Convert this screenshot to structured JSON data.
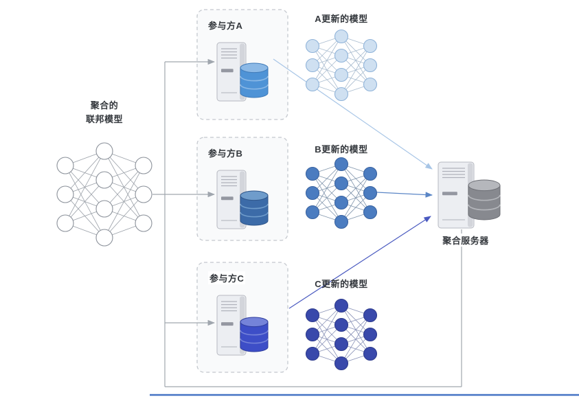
{
  "left_model": {
    "label_line1": "聚合的",
    "label_line2": "联邦模型",
    "net": {
      "node_fill": "#ffffff",
      "node_stroke": "#8a9099",
      "edge_color": "#9aa0a8"
    }
  },
  "participants": [
    {
      "id": "A",
      "box_label": "参与方A",
      "model_label": "A更新的模型",
      "net": {
        "node_fill": "#cfe0f1",
        "node_stroke": "#8fb3d9",
        "edge_color": "#a9bccf"
      },
      "db": {
        "base": "#4f93d6",
        "light": "#8cb9e6",
        "stroke": "#3f7ab8"
      },
      "arrow_color": "#a7c5e6"
    },
    {
      "id": "B",
      "box_label": "参与方B",
      "model_label": "B更新的模型",
      "net": {
        "node_fill": "#4b7cc0",
        "node_stroke": "#3a63a0",
        "edge_color": "#8296ad"
      },
      "db": {
        "base": "#3c6ba8",
        "light": "#6f9ccb",
        "stroke": "#2f568a"
      },
      "arrow_color": "#5b86c6"
    },
    {
      "id": "C",
      "box_label": "参与方C",
      "model_label": "C更新的模型",
      "net": {
        "node_fill": "#3949ab",
        "node_stroke": "#2e3b8d",
        "edge_color": "#8a93b8"
      },
      "db": {
        "base": "#3d4ec7",
        "light": "#7583d9",
        "stroke": "#2e3c9e"
      },
      "arrow_color": "#4a5ac0"
    }
  ],
  "aggregation_server": {
    "label": "聚合服务器",
    "db": {
      "base": "#87898f",
      "light": "#b5b7bc",
      "stroke": "#6d6f75"
    }
  },
  "lines": {
    "branch_color": "#a0a6ae",
    "feedback_color": "#a0a6ae",
    "bottom_line_color": "#4472c4"
  },
  "box_style": {
    "fill": "#f9fafb",
    "stroke": "#c4c8ce"
  },
  "server_palette": {
    "body": "#eceef2",
    "side": "#d3d5db",
    "stroke": "#b6b8c0",
    "detail": "#aeb1ba",
    "logo": "#9497a1"
  }
}
